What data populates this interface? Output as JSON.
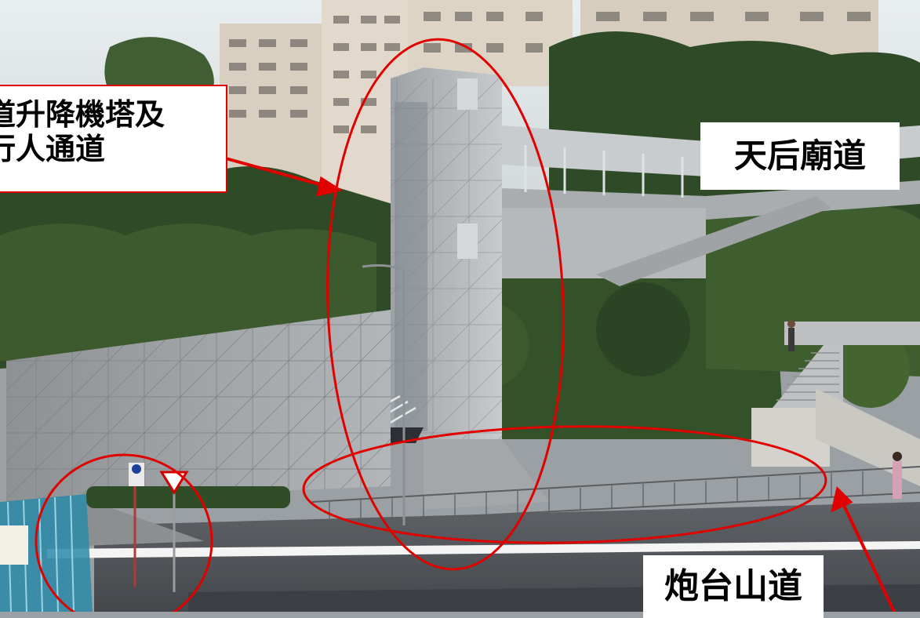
{
  "labels": {
    "lift_line1": "道升降機塔及",
    "lift_line2": "行人通道",
    "tin_hau_temple_road": "天后廟道",
    "fortress_hill_road": "炮台山道"
  },
  "colors": {
    "highlight": "#e00000",
    "label_bg": "#ffffff"
  }
}
